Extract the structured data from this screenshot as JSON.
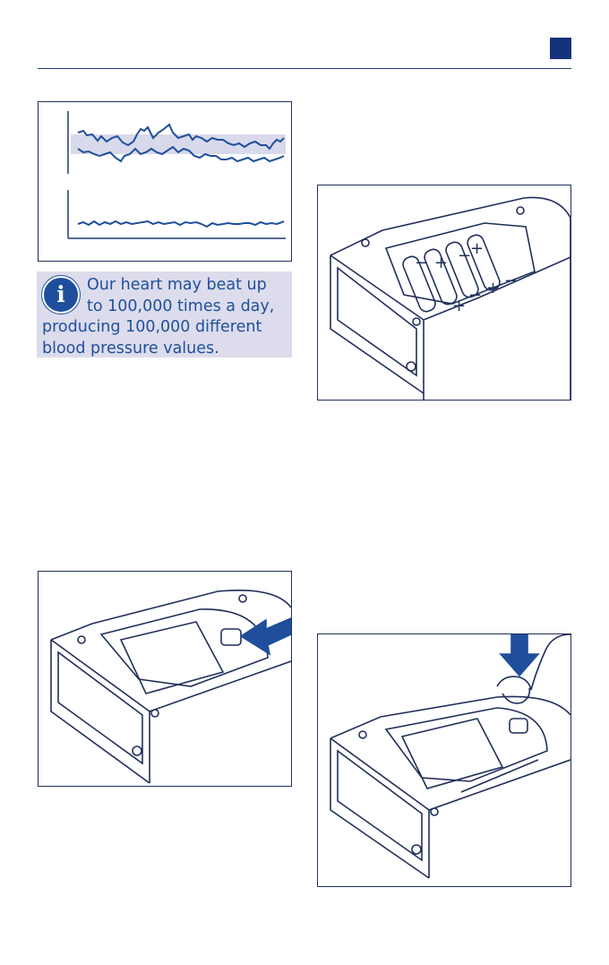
{
  "page": {
    "accent_color": "#14337a",
    "info_tint": "#dcdcec"
  },
  "info_box": {
    "icon": "info-icon",
    "text": "Our heart may beat up to 100,000 times a day, producing 100,000 different blood pressure values."
  },
  "figures": {
    "bp_chart": {
      "description_icon": "bp-fluctuation-graph"
    },
    "battery_open": {
      "description_icon": "batteries-inserted-illustration"
    },
    "battery_cover_remove": {
      "description_icon": "slide-cover-arrow-illustration"
    },
    "battery_cover_close": {
      "description_icon": "press-cover-finger-illustration"
    }
  }
}
